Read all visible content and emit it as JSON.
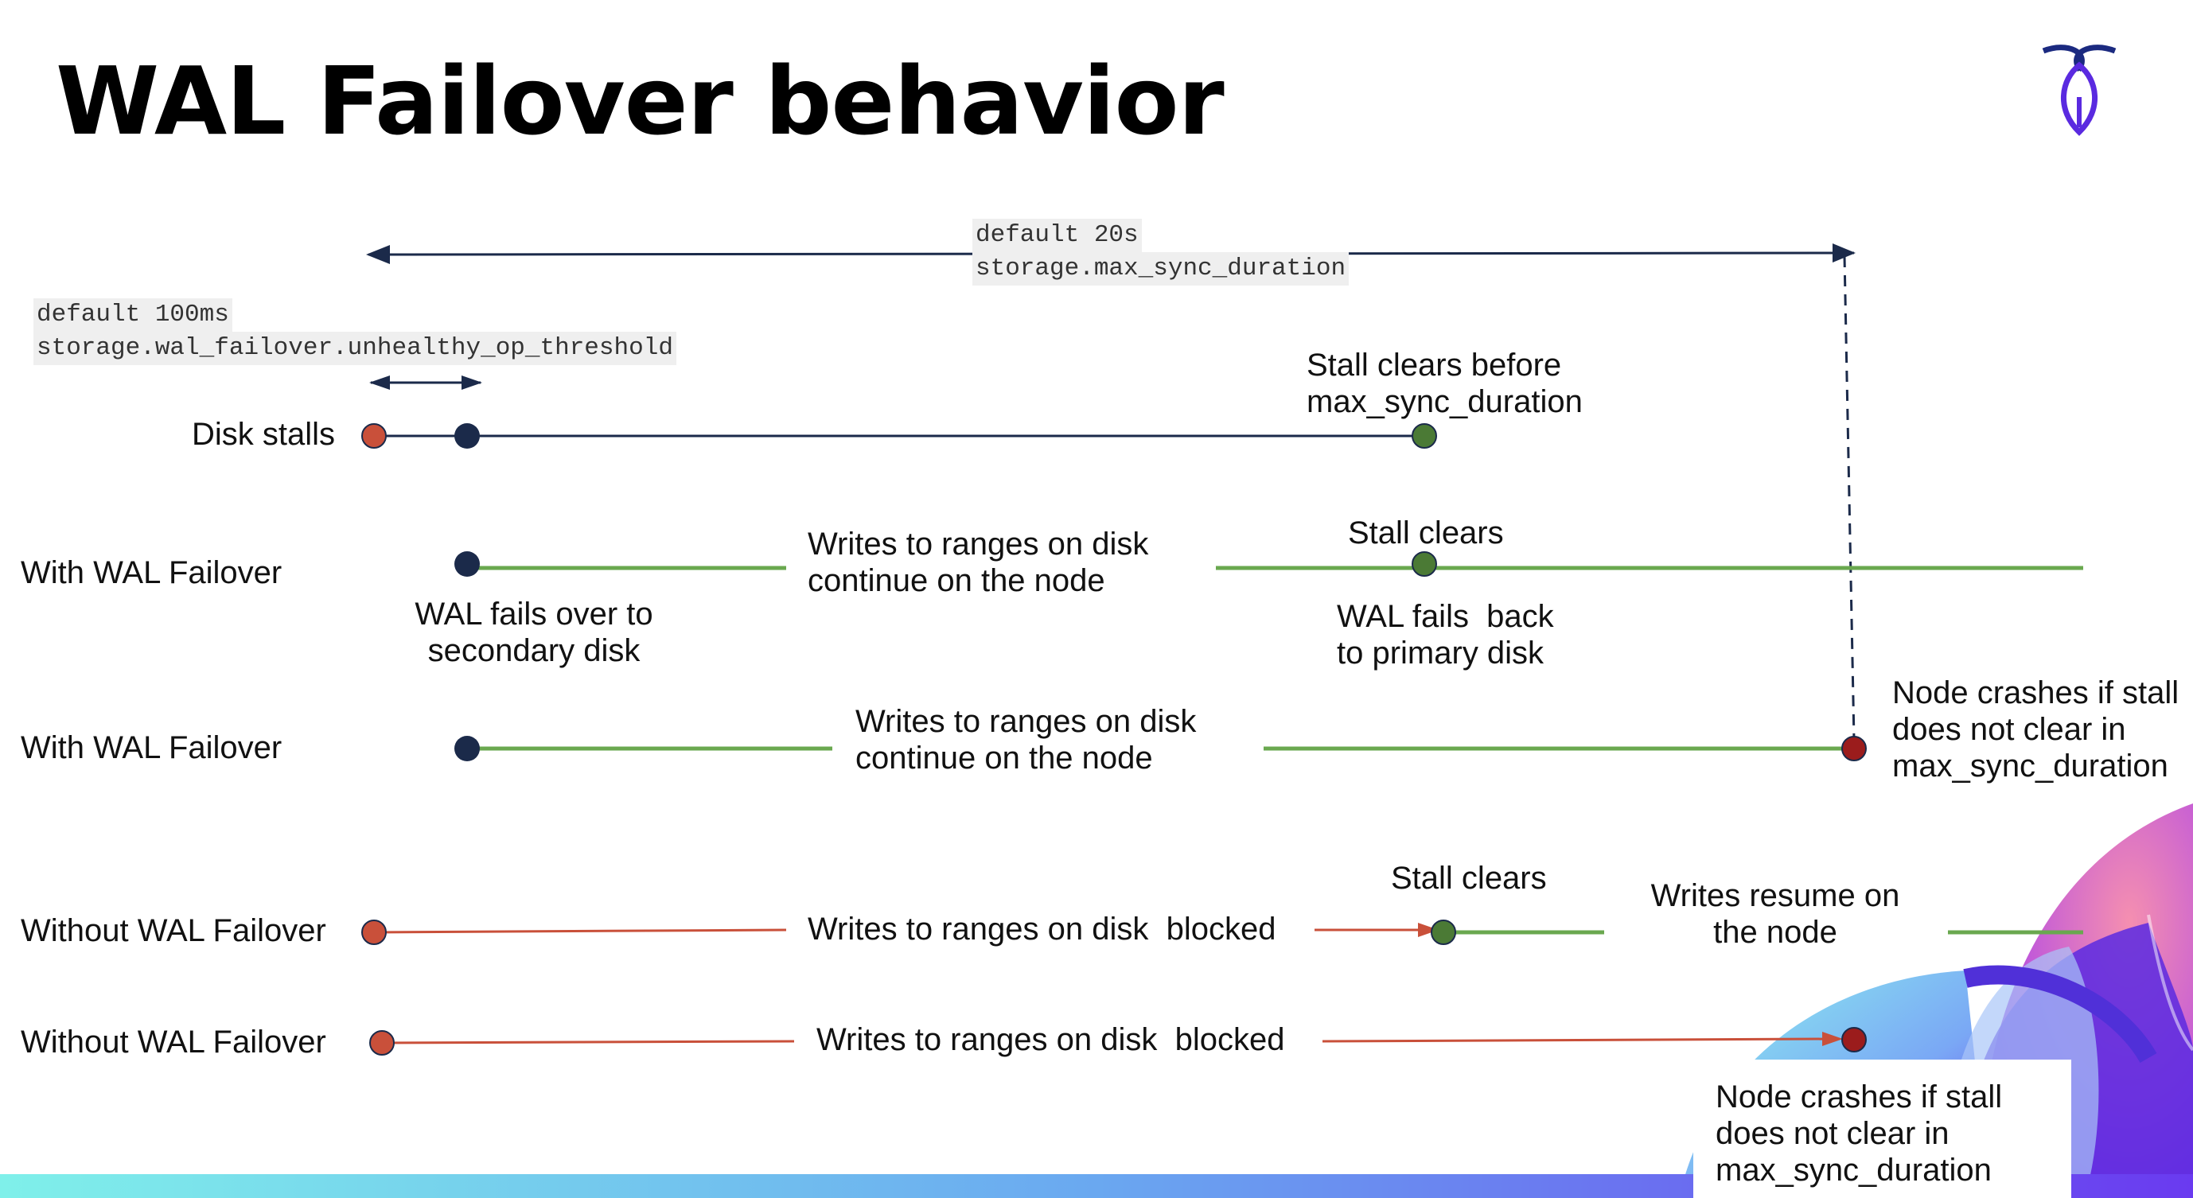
{
  "title": "WAL Failover behavior",
  "colors": {
    "navy": "#1b2a4a",
    "green": "#6aa84f",
    "green_dot": "#4b7a35",
    "orange": "#c9503a",
    "crimson": "#9b1c1c",
    "purple_accent": "#6a2bd9"
  },
  "thresholds": {
    "max_sync_default": "default 20s",
    "max_sync_setting": "storage.max_sync_duration",
    "unhealthy_default": "default 100ms",
    "unhealthy_setting": "storage.wal_failover.unhealthy_op_threshold"
  },
  "rows": {
    "disk_stalls": {
      "label": "Disk stalls",
      "stall_clear_note_1": "Stall clears before",
      "stall_clear_note_2": "max_sync_duration"
    },
    "with_failover_1": {
      "label": "With WAL Failover",
      "writes_1": "Writes to ranges on disk",
      "writes_2": "continue on the node",
      "failover_1": "WAL fails over to",
      "failover_2": "secondary disk",
      "stall_clears": "Stall clears",
      "failback_1": "WAL fails  back",
      "failback_2": "to primary disk"
    },
    "with_failover_2": {
      "label": "With WAL Failover",
      "writes_1": "Writes to ranges on disk",
      "writes_2": "continue on the node",
      "crash_1": "Node crashes if stall",
      "crash_2": "does not clear in",
      "crash_3": "max_sync_duration"
    },
    "without_failover_1": {
      "label": "Without WAL Failover",
      "blocked": "Writes to ranges on disk  blocked",
      "stall_clears": "Stall clears",
      "resume_1": "Writes resume on",
      "resume_2": "the node"
    },
    "without_failover_2": {
      "label": "Without WAL Failover",
      "blocked": "Writes to ranges on disk  blocked",
      "crash_1": "Node crashes if stall",
      "crash_2": "does not clear in",
      "crash_3": "max_sync_duration"
    }
  }
}
